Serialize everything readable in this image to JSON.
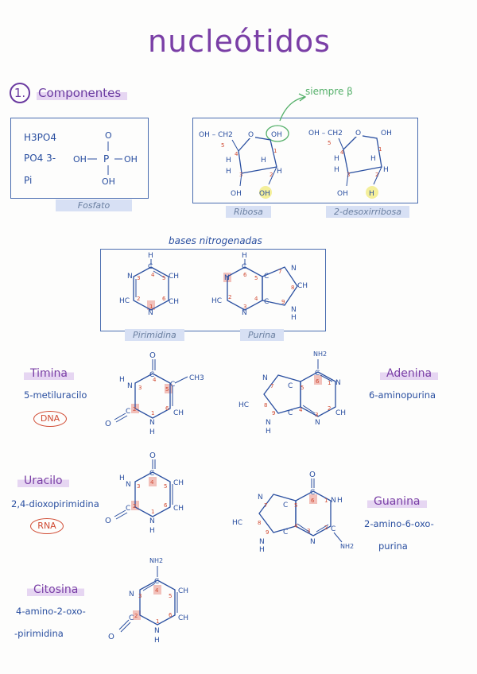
{
  "title": "nucleótidos",
  "section": {
    "number": "1.",
    "title": "Componentes"
  },
  "phosphate": {
    "formulas": [
      "H3PO4",
      "PO4 3-",
      "Pi"
    ],
    "caption": "Fosfato",
    "struct": {
      "top": "O",
      "left": "OH",
      "center": "P",
      "right": "OH",
      "bottom": "OH"
    }
  },
  "ribose": {
    "caption": "Ribosa",
    "note": "siempre β"
  },
  "deoxyribose": {
    "caption": "2-desoxirribosa"
  },
  "bases_title": "bases nitrogenadas",
  "pyrimidine_caption": "Pirimidina",
  "purine_caption": "Purina",
  "thymine": {
    "name": "Timina",
    "desc": "5-metiluracilo",
    "tag": "DNA"
  },
  "adenine": {
    "name": "Adenina",
    "desc": "6-aminopurina"
  },
  "uracil": {
    "name": "Uracilo",
    "desc": "2,4-dioxopirimidina",
    "tag": "RNA"
  },
  "guanine": {
    "name": "Guanina",
    "desc1": "2-amino-6-oxo-",
    "desc2": "purina"
  },
  "cytosine": {
    "name": "Citosina",
    "desc1": "4-amino-2-oxo-",
    "desc2": "-pirimidina"
  },
  "colors": {
    "ink": "#2a4fa0",
    "purple": "#7a3fa6",
    "red": "#d04a32",
    "highlight": "#f2c1bb",
    "yellow": "#f4ef9a",
    "green": "#55b06a"
  }
}
